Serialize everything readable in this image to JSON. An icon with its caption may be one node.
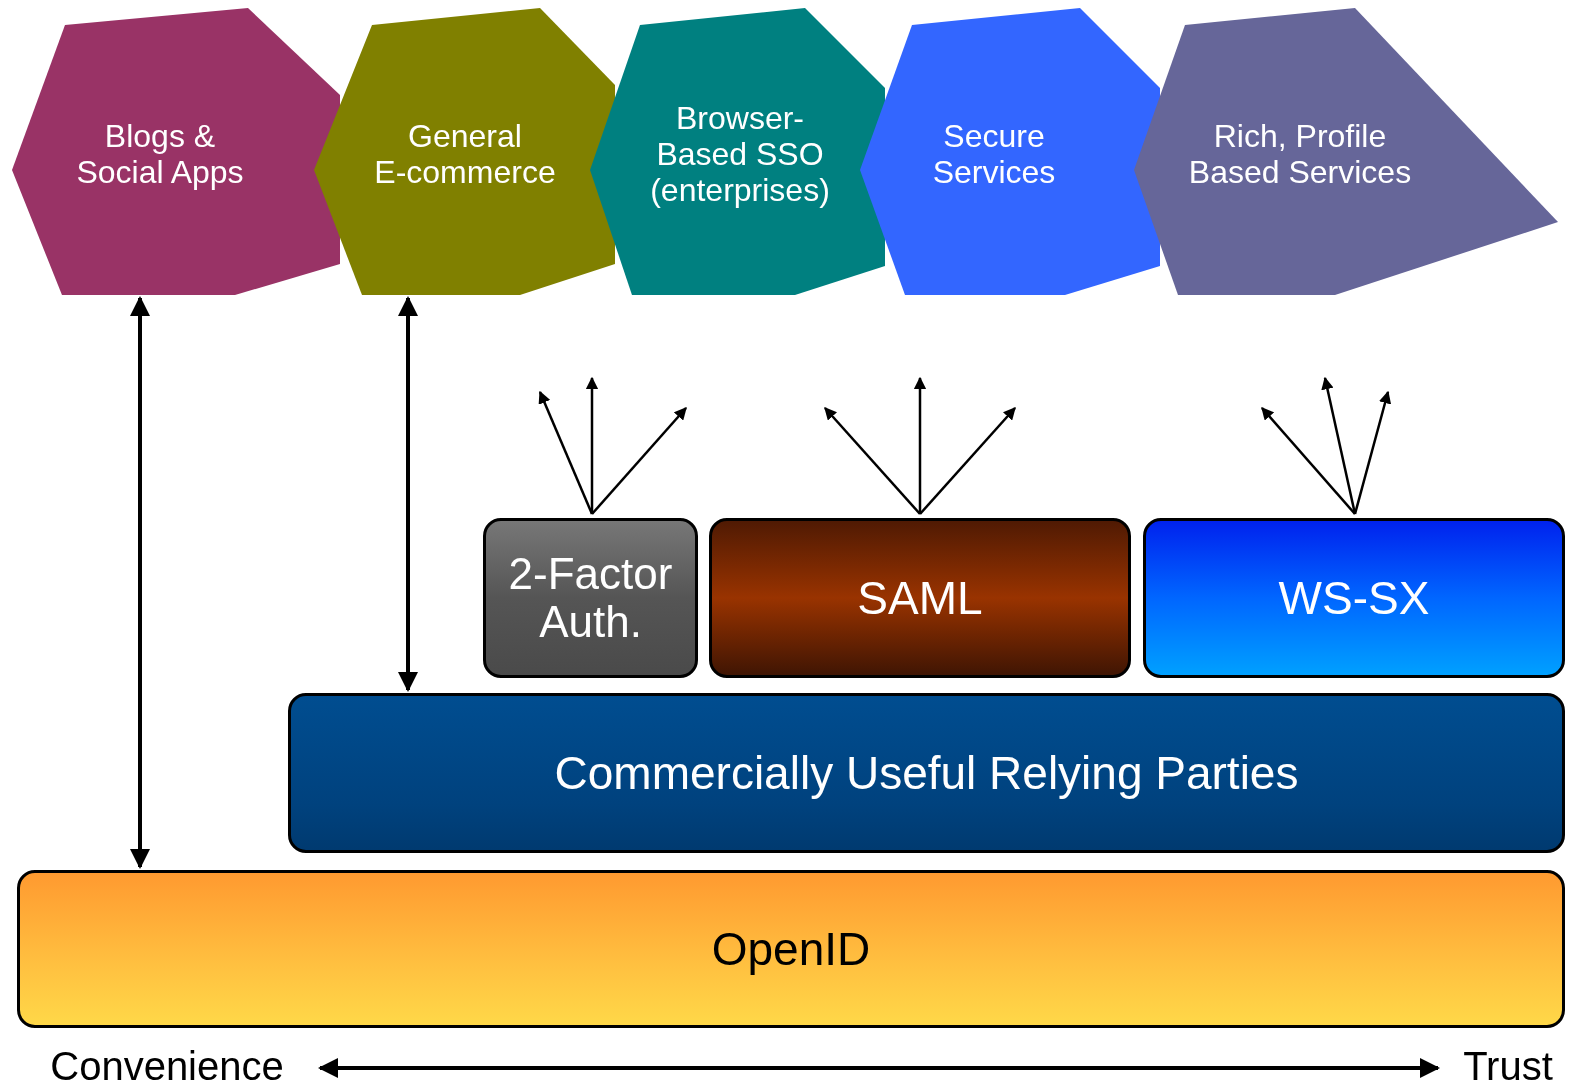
{
  "diagram": {
    "nodes": [
      {
        "text": [
          "Blogs & Social Apps"
        ]
      },
      {
        "text": [
          "General E-commerce"
        ]
      },
      {
        "text": [
          "Browser-Based SSO (enterprises)"
        ]
      },
      {
        "text": [
          "Secure Services"
        ]
      },
      {
        "text": [
          "Rich, Profile Based Services"
        ]
      },
      {
        "text": [
          "2-Factor Auth."
        ]
      },
      {
        "text": [
          "SAML"
        ]
      },
      {
        "text": [
          "WS-SX"
        ]
      },
      {
        "text": [
          "Commercially Useful Relying Parties"
        ]
      },
      {
        "text": [
          "OpenID"
        ]
      },
      {
        "text": [
          "Convenience"
        ]
      },
      {
        "text": [
          "Trust"
        ]
      }
    ],
    "edges": [
      {
        "from": 9,
        "to": 0,
        "arrow": "both"
      },
      {
        "from": 8,
        "to": 1,
        "arrow": "both"
      },
      {
        "from": 5,
        "to": null,
        "arrow": "to"
      },
      {
        "from": 5,
        "to": null,
        "arrow": "to"
      },
      {
        "from": 5,
        "to": null,
        "arrow": "to"
      },
      {
        "from": 6,
        "to": null,
        "arrow": "to"
      },
      {
        "from": 6,
        "to": null,
        "arrow": "to"
      },
      {
        "from": 6,
        "to": null,
        "arrow": "to"
      },
      {
        "from": 7,
        "to": null,
        "arrow": "to"
      },
      {
        "from": 7,
        "to": null,
        "arrow": "to"
      },
      {
        "from": 7,
        "to": null,
        "arrow": "to"
      },
      {
        "from": 10,
        "to": 11,
        "arrow": "both"
      }
    ]
  }
}
